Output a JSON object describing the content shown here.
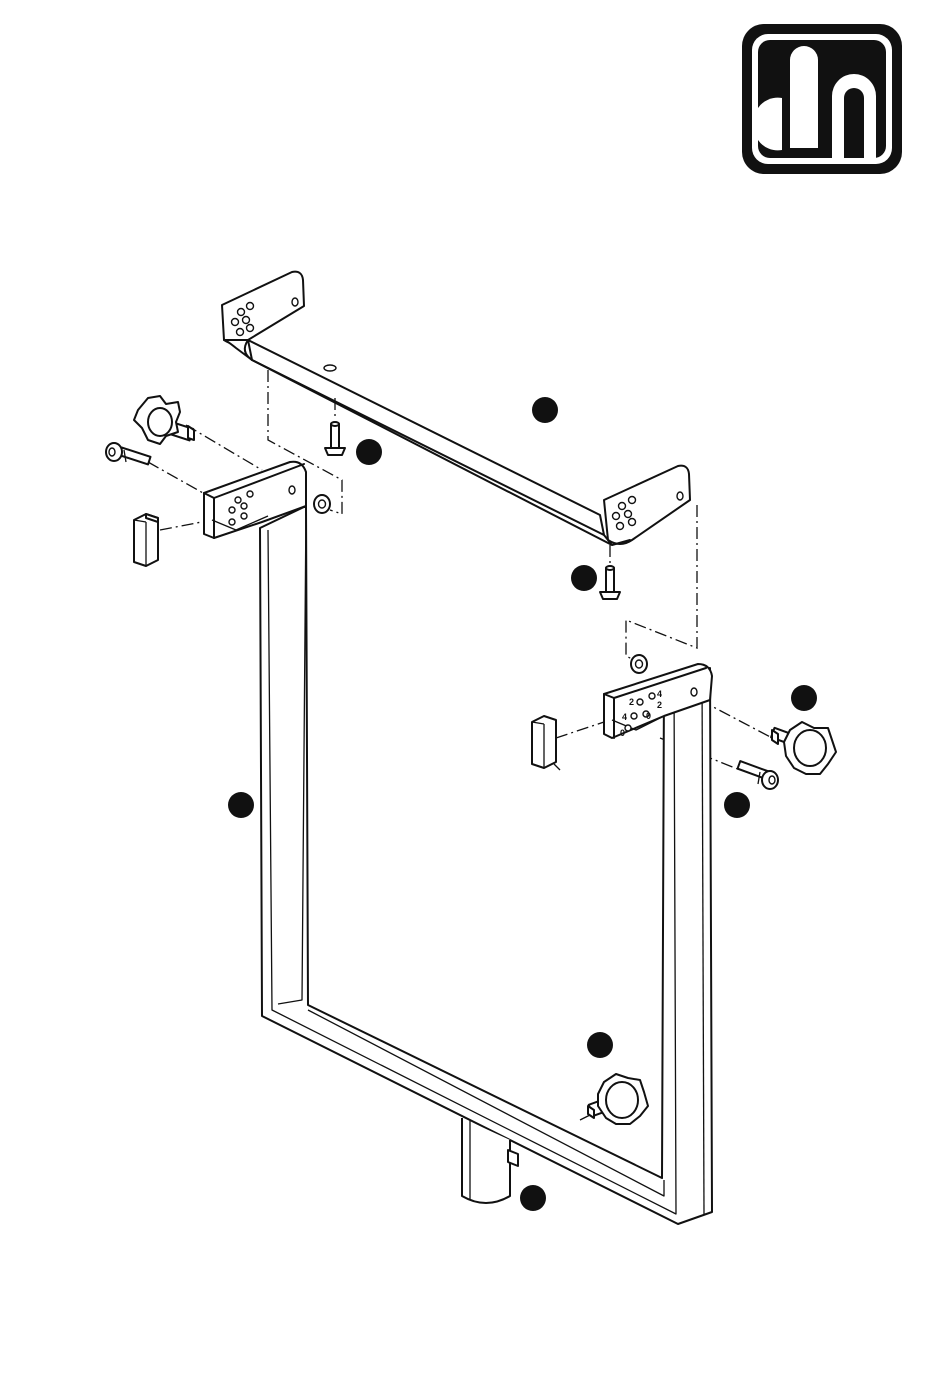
{
  "diagram": {
    "colors": {
      "ink": "#111111",
      "background": "#ffffff"
    },
    "logo": {
      "icon": "brand-logo-icon",
      "lettering": "ah"
    },
    "hole_labels": [
      "2",
      "4",
      "2",
      "4",
      "0",
      "0"
    ]
  }
}
